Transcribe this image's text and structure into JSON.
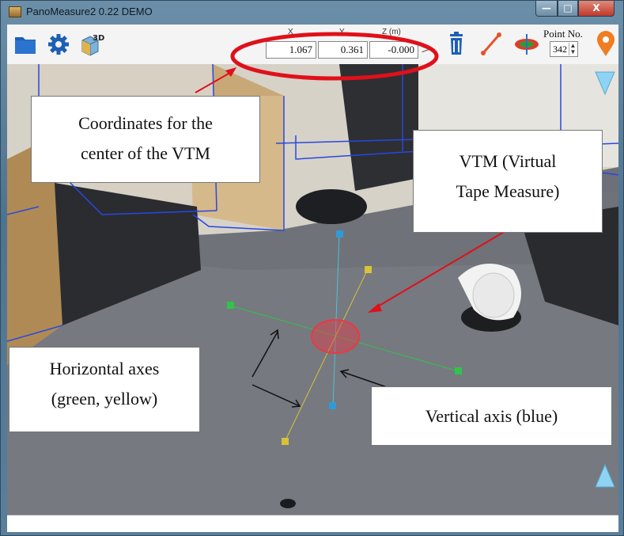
{
  "window": {
    "title": "PanoMeasure2 0.22 DEMO",
    "min_glyph": "—",
    "max_glyph": "□",
    "close_glyph": "X"
  },
  "toolbar": {
    "coord_headers": {
      "x": "X",
      "y": "Y",
      "z": "Z (m)"
    },
    "coords": {
      "x": "1.067",
      "y": "0.361",
      "z": "-0.000"
    },
    "next_glyph": ">",
    "point_no_label": "Point No.",
    "point_no_value": "342",
    "icons": [
      "folder-icon",
      "gear-icon",
      "3d-cube-icon",
      "trash-icon",
      "line-icon",
      "plane-icon",
      "location-pin-icon"
    ],
    "cube_text": "3D"
  },
  "callouts": {
    "coords_center": [
      "Coordinates for the",
      "center of the VTM"
    ],
    "vtm": [
      "VTM (Virtual",
      "Tape Measure)"
    ],
    "horizontal": [
      "Horizontal axes",
      "(green, yellow)"
    ],
    "vertical": "Vertical axis (blue)"
  },
  "colors": {
    "toolbar_blue": "#1d5fb5",
    "highlight_red": "#e0101a",
    "axis_green": "#31c34a",
    "axis_yellow": "#d8c23a",
    "axis_blue": "#2f9bd6",
    "vtm_red": "#e83a44",
    "nav_triangle": "#8fd3f4",
    "pin_orange": "#ef7d22"
  }
}
